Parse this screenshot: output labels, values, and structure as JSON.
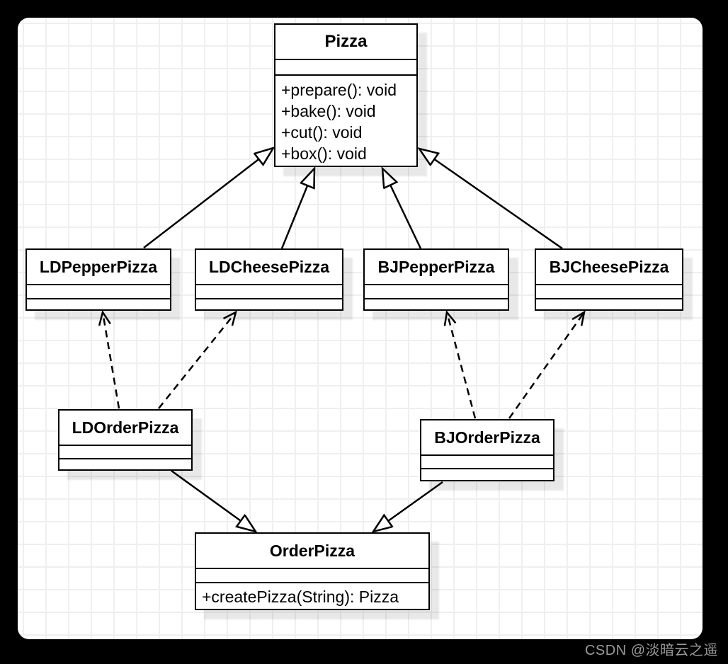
{
  "watermark": "CSDN @淡暗云之遥",
  "diagram": {
    "type": "uml-class-diagram",
    "classes": [
      {
        "id": "pizza",
        "name": "Pizza",
        "attributes": [],
        "methods": [
          "+prepare(): void",
          "+bake(): void",
          "+cut(): void",
          "+box(): void"
        ]
      },
      {
        "id": "ldpepper",
        "name": "LDPepperPizza",
        "attributes": [],
        "methods": []
      },
      {
        "id": "ldcheese",
        "name": "LDCheesePizza",
        "attributes": [],
        "methods": []
      },
      {
        "id": "bjpepper",
        "name": "BJPepperPizza",
        "attributes": [],
        "methods": []
      },
      {
        "id": "bjcheese",
        "name": "BJCheesePizza",
        "attributes": [],
        "methods": []
      },
      {
        "id": "ldorder",
        "name": "LDOrderPizza",
        "attributes": [],
        "methods": []
      },
      {
        "id": "bjorder",
        "name": "BJOrderPizza",
        "attributes": [],
        "methods": []
      },
      {
        "id": "order",
        "name": "OrderPizza",
        "attributes": [],
        "methods": [
          "+createPizza(String): Pizza"
        ]
      }
    ],
    "relationships": [
      {
        "from": "LDPepperPizza",
        "to": "Pizza",
        "type": "generalization"
      },
      {
        "from": "LDCheesePizza",
        "to": "Pizza",
        "type": "generalization"
      },
      {
        "from": "BJPepperPizza",
        "to": "Pizza",
        "type": "generalization"
      },
      {
        "from": "BJCheesePizza",
        "to": "Pizza",
        "type": "generalization"
      },
      {
        "from": "LDOrderPizza",
        "to": "LDPepperPizza",
        "type": "dependency"
      },
      {
        "from": "LDOrderPizza",
        "to": "LDCheesePizza",
        "type": "dependency"
      },
      {
        "from": "BJOrderPizza",
        "to": "BJPepperPizza",
        "type": "dependency"
      },
      {
        "from": "BJOrderPizza",
        "to": "BJCheesePizza",
        "type": "dependency"
      },
      {
        "from": "LDOrderPizza",
        "to": "OrderPizza",
        "type": "generalization"
      },
      {
        "from": "BJOrderPizza",
        "to": "OrderPizza",
        "type": "generalization"
      }
    ],
    "colors": {
      "box_fill": "#ffffff",
      "box_border": "#000000",
      "grid_line": "#efefef",
      "canvas_bg": "#ffffff",
      "page_bg": "#000000",
      "watermark": "#9a9a9a"
    }
  }
}
